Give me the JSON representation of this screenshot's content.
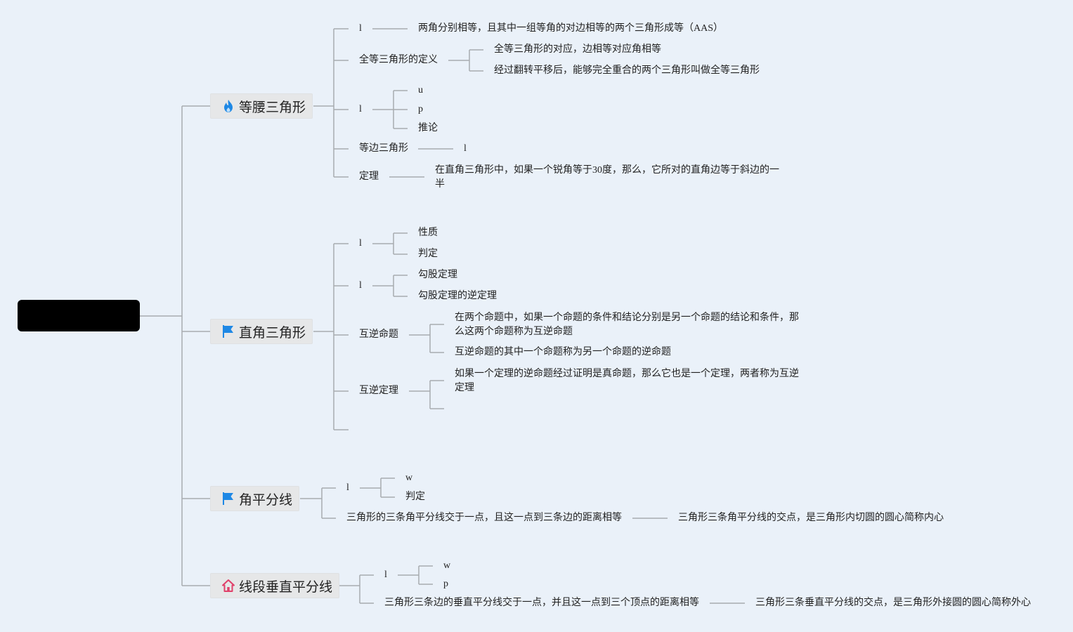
{
  "root": {
    "label": ""
  },
  "branches": [
    {
      "label": "等腰三角形",
      "icon": "fire-icon",
      "children": [
        {
          "label": "l",
          "children": [
            {
              "label": "两角分别相等，且其中一组等角的对边相等的两个三角形成等（AAS）"
            }
          ]
        },
        {
          "label": "全等三角形的定义",
          "children": [
            {
              "label": "全等三角形的对应，边相等对应角相等"
            },
            {
              "label": "经过翻转平移后，能够完全重合的两个三角形叫做全等三角形"
            }
          ]
        },
        {
          "label": "l",
          "children": [
            {
              "label": "u"
            },
            {
              "label": "p"
            },
            {
              "label": "推论"
            }
          ]
        },
        {
          "label": "等边三角形",
          "children": [
            {
              "label": "l"
            }
          ]
        },
        {
          "label": "定理",
          "children": [
            {
              "label": "在直角三角形中，如果一个锐角等于30度，那么，它所对的直角边等于斜边的一半"
            }
          ]
        }
      ]
    },
    {
      "label": "直角三角形",
      "icon": "flag-icon",
      "children": [
        {
          "label": "l",
          "children": [
            {
              "label": "性质"
            },
            {
              "label": "判定"
            }
          ]
        },
        {
          "label": "l",
          "children": [
            {
              "label": "勾股定理"
            },
            {
              "label": "勾股定理的逆定理"
            }
          ]
        },
        {
          "label": "互逆命题",
          "children": [
            {
              "label": "在两个命题中，如果一个命题的条件和结论分别是另一个命题的结论和条件，那么这两个命题称为互逆命题"
            },
            {
              "label": "互逆命题的其中一个命题称为另一个命题的逆命题"
            }
          ]
        },
        {
          "label": "互逆定理",
          "children": [
            {
              "label": "如果一个定理的逆命题经过证明是真命题，那么它也是一个定理，两者称为互逆定理"
            },
            {
              "label": ""
            }
          ]
        },
        {
          "label": ""
        }
      ]
    },
    {
      "label": "角平分线",
      "icon": "flag-icon",
      "children": [
        {
          "label": "l",
          "children": [
            {
              "label": "w"
            },
            {
              "label": "判定"
            }
          ]
        },
        {
          "label": "三角形的三条角平分线交于一点，且这一点到三条边的距离相等",
          "children": [
            {
              "label": "三角形三条角平分线的交点，是三角形内切圆的圆心简称内心"
            }
          ]
        }
      ]
    },
    {
      "label": "线段垂直平分线",
      "icon": "home-icon",
      "children": [
        {
          "label": "l",
          "children": [
            {
              "label": "w"
            },
            {
              "label": "p"
            }
          ]
        },
        {
          "label": "三角形三条边的垂直平分线交于一点，并且这一点到三个顶点的距离相等",
          "children": [
            {
              "label": "三角形三条垂直平分线的交点，是三角形外接圆的圆心简称外心"
            }
          ]
        }
      ]
    }
  ],
  "colors": {
    "background": "#eaf1f9",
    "connector": "#a8acb0",
    "main_node": "#e6e7e8",
    "fire_icon": "#1e88e5",
    "flag_icon": "#1e88e5",
    "home_icon": "#e0406a"
  }
}
